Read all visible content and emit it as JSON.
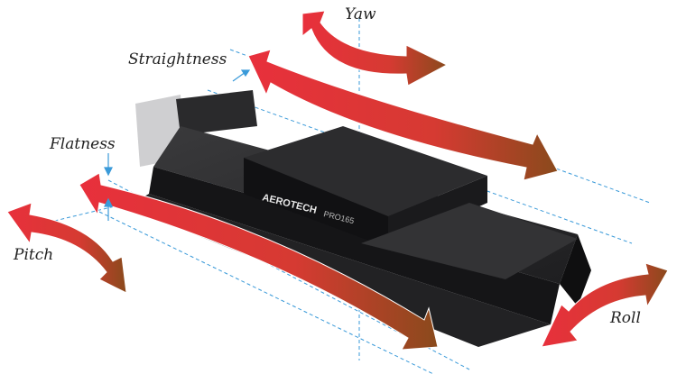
{
  "labels": {
    "yaw": "Yaw",
    "straightness": "Straightness",
    "flatness": "Flatness",
    "pitch": "Pitch",
    "roll": "Roll"
  },
  "product": {
    "brand": "AEROTECH",
    "model": "PRO165"
  },
  "colors": {
    "arrow_start": "#e0303a",
    "arrow_end": "#8a4a1c",
    "guide_line": "#3a9ad9",
    "stage_body": "#1c1c1e"
  }
}
